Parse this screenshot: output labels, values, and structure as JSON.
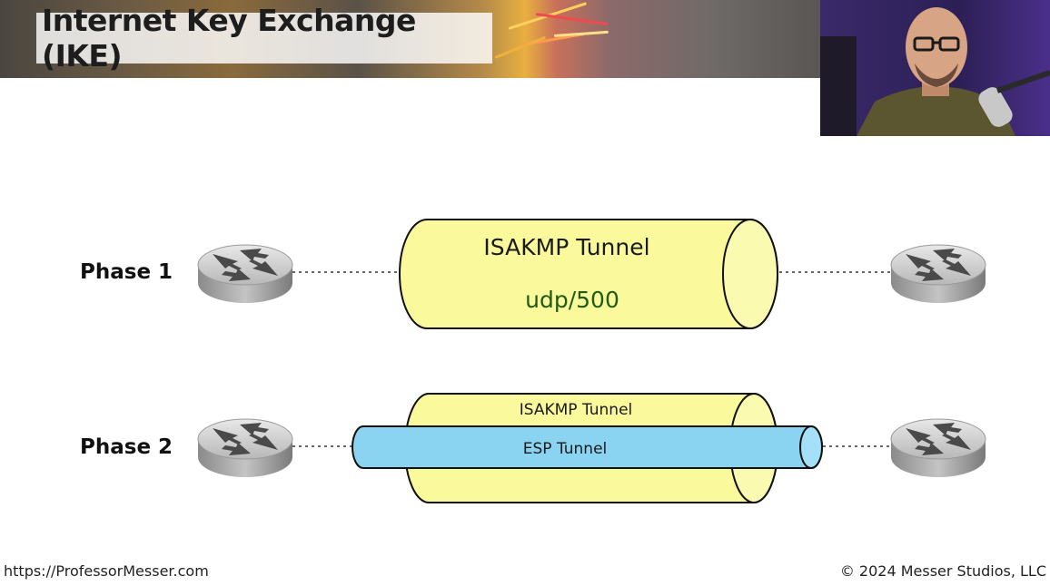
{
  "header": {
    "title": "Internet Key Exchange (IKE)"
  },
  "webcam": {
    "icon": "presenter-video-feed"
  },
  "diagram": {
    "phase1": {
      "label": "Phase 1",
      "tunnel_name": "ISAKMP Tunnel",
      "tunnel_port": "udp/500"
    },
    "phase2": {
      "label": "Phase 2",
      "outer_tunnel_name": "ISAKMP Tunnel",
      "inner_tunnel_name": "ESP Tunnel"
    },
    "colors": {
      "isakmp_fill": "#fafa9c",
      "esp_fill": "#8ad4f2",
      "port_text": "#1f5b14"
    },
    "icons": [
      "router-icon"
    ]
  },
  "footer": {
    "url": "https://ProfessorMesser.com",
    "copyright": "© 2024 Messer Studios, LLC"
  }
}
